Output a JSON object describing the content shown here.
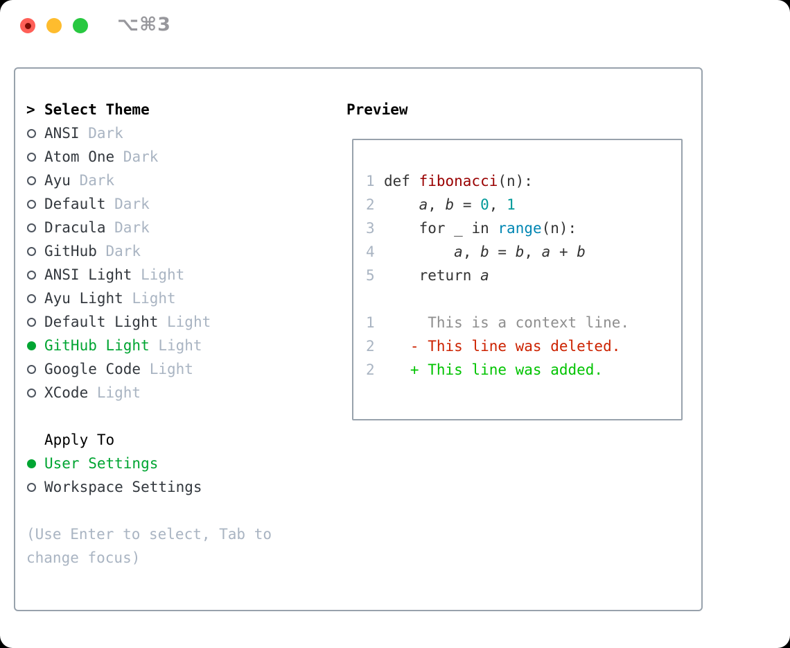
{
  "window": {
    "title": "⌥⌘3",
    "traffic_lights": [
      "close",
      "minimize",
      "zoom"
    ]
  },
  "theme_picker": {
    "header_marker": ">",
    "header": "Select Theme",
    "items": [
      {
        "name": "ANSI",
        "variant": "Dark",
        "selected": false
      },
      {
        "name": "Atom One",
        "variant": "Dark",
        "selected": false
      },
      {
        "name": "Ayu",
        "variant": "Dark",
        "selected": false
      },
      {
        "name": "Default",
        "variant": "Dark",
        "selected": false
      },
      {
        "name": "Dracula",
        "variant": "Dark",
        "selected": false
      },
      {
        "name": "GitHub",
        "variant": "Dark",
        "selected": false
      },
      {
        "name": "ANSI Light",
        "variant": "Light",
        "selected": false
      },
      {
        "name": "Ayu Light",
        "variant": "Light",
        "selected": false
      },
      {
        "name": "Default Light",
        "variant": "Light",
        "selected": false
      },
      {
        "name": "GitHub Light",
        "variant": "Light",
        "selected": true
      },
      {
        "name": "Google Code",
        "variant": "Light",
        "selected": false
      },
      {
        "name": "XCode",
        "variant": "Light",
        "selected": false
      }
    ]
  },
  "apply_to": {
    "header": "Apply To",
    "options": [
      {
        "label": "User Settings",
        "selected": true
      },
      {
        "label": "Workspace Settings",
        "selected": false
      }
    ]
  },
  "hint": "(Use Enter to select, Tab to change focus)",
  "preview": {
    "header": "Preview",
    "code_lines": [
      {
        "num": "1",
        "tokens": [
          {
            "t": "def ",
            "s": "keyword"
          },
          {
            "t": "fibonacci",
            "s": "title"
          },
          {
            "t": "(n):",
            "s": "plain"
          }
        ]
      },
      {
        "num": "2",
        "tokens": [
          {
            "t": "    ",
            "s": "plain"
          },
          {
            "t": "a",
            "s": "var"
          },
          {
            "t": ", ",
            "s": "plain"
          },
          {
            "t": "b",
            "s": "var"
          },
          {
            "t": " = ",
            "s": "plain"
          },
          {
            "t": "0",
            "s": "number"
          },
          {
            "t": ", ",
            "s": "plain"
          },
          {
            "t": "1",
            "s": "number"
          }
        ]
      },
      {
        "num": "3",
        "tokens": [
          {
            "t": "    ",
            "s": "plain"
          },
          {
            "t": "for",
            "s": "keyword"
          },
          {
            "t": " _ ",
            "s": "plain"
          },
          {
            "t": "in",
            "s": "keyword"
          },
          {
            "t": " ",
            "s": "plain"
          },
          {
            "t": "range",
            "s": "builtin"
          },
          {
            "t": "(n):",
            "s": "plain"
          }
        ]
      },
      {
        "num": "4",
        "tokens": [
          {
            "t": "        ",
            "s": "plain"
          },
          {
            "t": "a",
            "s": "var"
          },
          {
            "t": ", ",
            "s": "plain"
          },
          {
            "t": "b",
            "s": "var"
          },
          {
            "t": " = ",
            "s": "plain"
          },
          {
            "t": "b",
            "s": "var"
          },
          {
            "t": ", ",
            "s": "plain"
          },
          {
            "t": "a",
            "s": "var"
          },
          {
            "t": " + ",
            "s": "plain"
          },
          {
            "t": "b",
            "s": "var"
          }
        ]
      },
      {
        "num": "5",
        "tokens": [
          {
            "t": "    ",
            "s": "plain"
          },
          {
            "t": "return",
            "s": "keyword"
          },
          {
            "t": " ",
            "s": "plain"
          },
          {
            "t": "a",
            "s": "var"
          }
        ]
      }
    ],
    "diff_lines": [
      {
        "num": "1",
        "type": "context",
        "text": "     This is a context line."
      },
      {
        "num": "2",
        "type": "deleted",
        "text": "   - This line was deleted."
      },
      {
        "num": "2",
        "type": "added",
        "text": "   + This line was added."
      }
    ]
  },
  "colors": {
    "selection_green": "#00a532",
    "diff_added_green": "#00c300",
    "diff_deleted_red": "#cc2200",
    "syntax_title_red": "#990000",
    "syntax_number_teal": "#009999",
    "syntax_builtin_blue": "#0086b3",
    "muted_gray": "#a9b4c2",
    "context_gray": "#8e8e8e",
    "border_gray": "#98a2ac",
    "traffic_red": "#ff5f57",
    "traffic_yellow": "#febc2e",
    "traffic_green": "#28c840"
  }
}
